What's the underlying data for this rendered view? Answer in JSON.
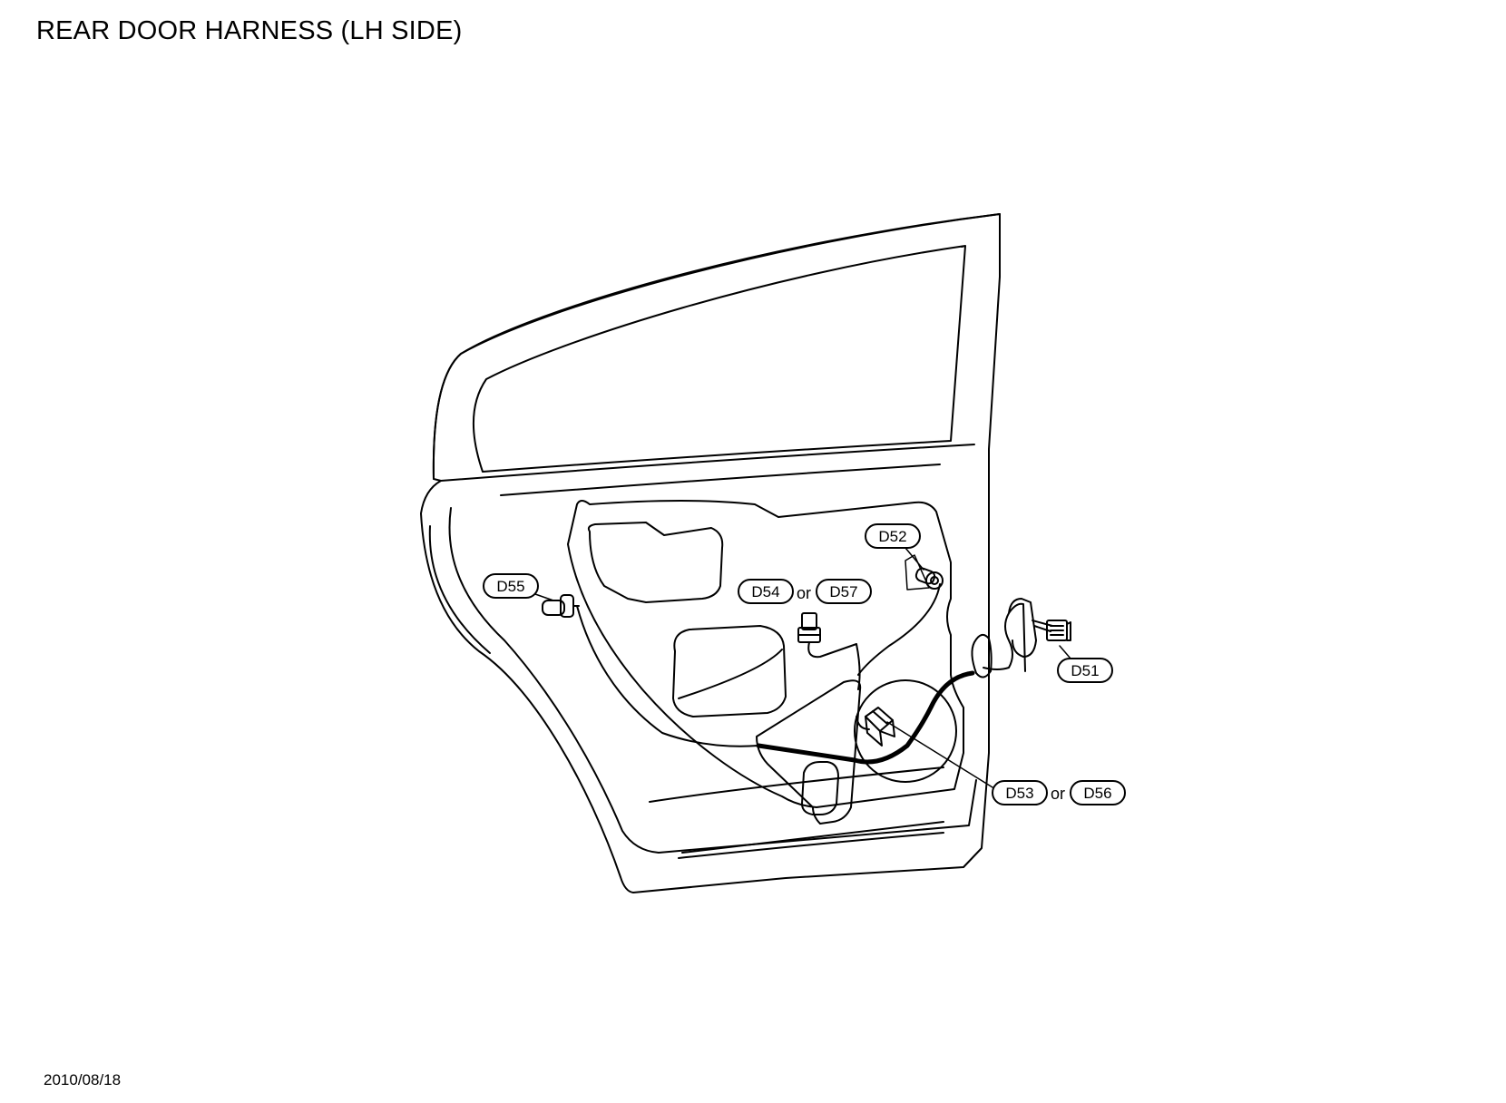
{
  "title": "REAR DOOR HARNESS (LH SIDE)",
  "date": "2010/08/18",
  "labels": {
    "d51": "D51",
    "d52": "D52",
    "d53": "D53",
    "d54": "D54",
    "d55": "D55",
    "d56": "D56",
    "d57": "D57",
    "or": "or"
  },
  "colors": {
    "line": "#000000",
    "background": "#ffffff"
  }
}
